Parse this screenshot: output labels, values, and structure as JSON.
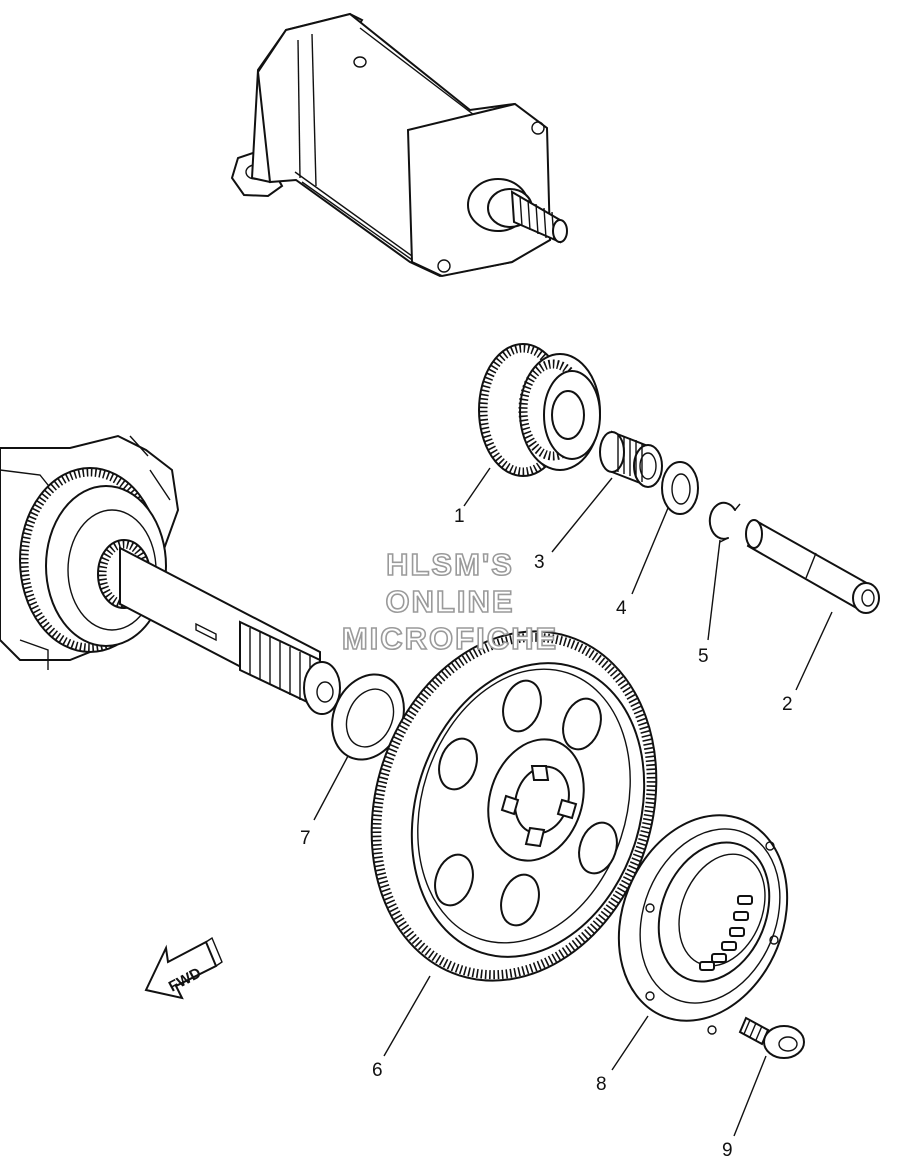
{
  "callouts": [
    {
      "id": "1",
      "label": "1"
    },
    {
      "id": "2",
      "label": "2"
    },
    {
      "id": "3",
      "label": "3"
    },
    {
      "id": "4",
      "label": "4"
    },
    {
      "id": "5",
      "label": "5"
    },
    {
      "id": "6",
      "label": "6"
    },
    {
      "id": "7",
      "label": "7"
    },
    {
      "id": "8",
      "label": "8"
    },
    {
      "id": "9",
      "label": "9"
    }
  ],
  "watermark": {
    "line1": "HLSM'S",
    "line2": "ONLINE",
    "line3": "MICROFICHE"
  },
  "direction_arrow": {
    "label": "FWD"
  }
}
